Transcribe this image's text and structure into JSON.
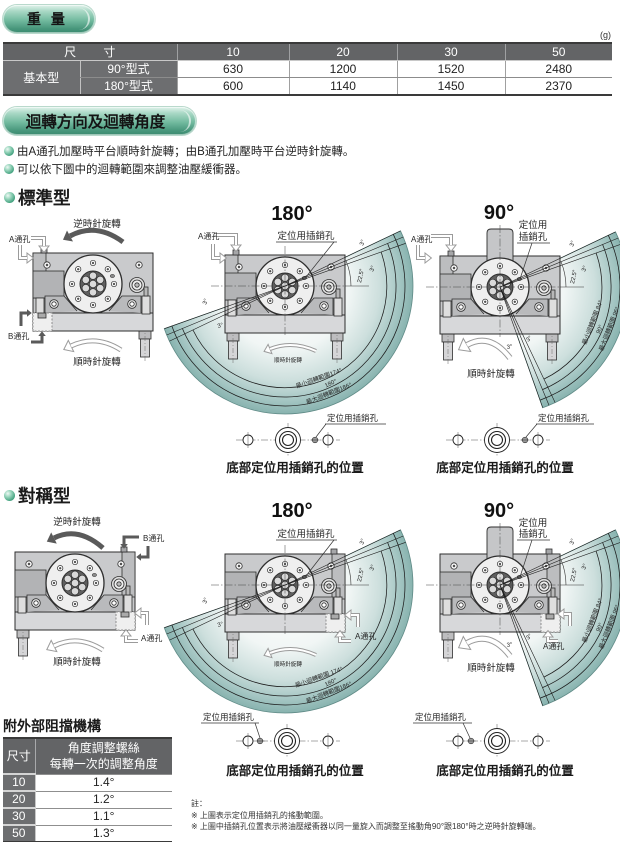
{
  "weight": {
    "title": "重 量",
    "unit": "(g)",
    "table": {
      "header_label": "尺 寸",
      "sizes": [
        "10",
        "20",
        "30",
        "50"
      ],
      "group_label": "基本型",
      "rows": [
        {
          "type": "90°型式",
          "values": [
            "630",
            "1200",
            "1520",
            "2480"
          ]
        },
        {
          "type": "180°型式",
          "values": [
            "600",
            "1140",
            "1450",
            "2370"
          ]
        }
      ]
    }
  },
  "rotation": {
    "title": "迴轉方向及迴轉角度",
    "bullets": [
      "由A通孔加壓時平台順時針旋轉；由B通孔加壓時平台逆時針旋轉。",
      "可以依下圖中的迴轉範圍來調整油壓緩衝器。"
    ],
    "standard": {
      "title": "標準型",
      "side_view": {
        "ccw_label": "逆時針旋轉",
        "cw_label": "順時針旋轉",
        "port_a": "A通孔",
        "port_b": "B通孔"
      },
      "view_180": {
        "title": "180°",
        "pin_label": "定位用插銷孔",
        "port_a": "A通孔",
        "cw_label": "順時針旋轉",
        "min_range": "最小迴轉範圍174°",
        "nominal_range": "180°",
        "max_range": "最大迴轉範圍186°",
        "offset_angle": "3°",
        "pin_angle": "22.5°"
      },
      "view_90": {
        "title": "90°",
        "pin_label_lines": [
          "定位用",
          "插銷孔"
        ],
        "port_a": "A通孔",
        "cw_label": "順時針旋轉",
        "min_range": "最小迴轉範圍 84°",
        "nominal_range": "90°",
        "max_range": "最大迴轉範圍 96°",
        "offset_angle": "3°",
        "pin_angle": "22.5°"
      },
      "bottom_180": {
        "pin_label": "定位用插銷孔",
        "caption": "底部定位用插銷孔的位置"
      },
      "bottom_90": {
        "pin_label": "定位用插銷孔",
        "caption": "底部定位用插銷孔的位置"
      }
    },
    "symmetric": {
      "title": "對稱型",
      "side_view": {
        "ccw_label": "逆時針旋轉",
        "cw_label": "順時針旋轉",
        "port_a": "A通孔",
        "port_b": "B通孔"
      },
      "view_180": {
        "title": "180°",
        "pin_label": "定位用插銷孔",
        "port_a": "A通孔",
        "cw_label": "順時針旋轉",
        "min_range": "最小迴轉範圍 174°",
        "nominal_range": "180°",
        "max_range": "最大迴轉範圍186°",
        "offset_angle": "3°",
        "pin_angle": "22.5°"
      },
      "view_90": {
        "title": "90°",
        "pin_label_lines": [
          "定位用",
          "插銷孔"
        ],
        "port_a": "A通孔",
        "cw_label": "順時針旋轉",
        "min_range": "最小迴轉範圍 84°",
        "nominal_range": "90°",
        "max_range": "最大迴轉範圍 96°",
        "offset_angle": "3°",
        "pin_angle": "22.5°"
      },
      "bottom_180": {
        "pin_label": "定位用插銷孔",
        "caption": "底部定位用插銷孔的位置"
      },
      "bottom_90": {
        "pin_label": "定位用插銷孔",
        "caption": "底部定位用插銷孔的位置"
      }
    }
  },
  "external_stopper": {
    "title": "附外部阻擋機構",
    "header": {
      "size": "尺寸",
      "desc_lines": [
        "角度調整螺絲",
        "每轉一次的調整角度"
      ]
    },
    "rows": [
      {
        "size": "10",
        "angle": "1.4°"
      },
      {
        "size": "20",
        "angle": "1.2°"
      },
      {
        "size": "30",
        "angle": "1.1°"
      },
      {
        "size": "50",
        "angle": "1.3°"
      }
    ]
  },
  "notes": {
    "label": "註：",
    "items": [
      "※ 上圖表示定位用插銷孔的搖動範圍。",
      "※ 上圖中插銷孔位置表示將油壓緩衝器以同一量旋入而調整至搖動角90°跟180°時之逆時針旋轉端。"
    ]
  },
  "colors": {
    "section_pill_green": "#5fae92",
    "table_header_gray": "#636466",
    "rotation_range_teal": "#88b3af"
  }
}
